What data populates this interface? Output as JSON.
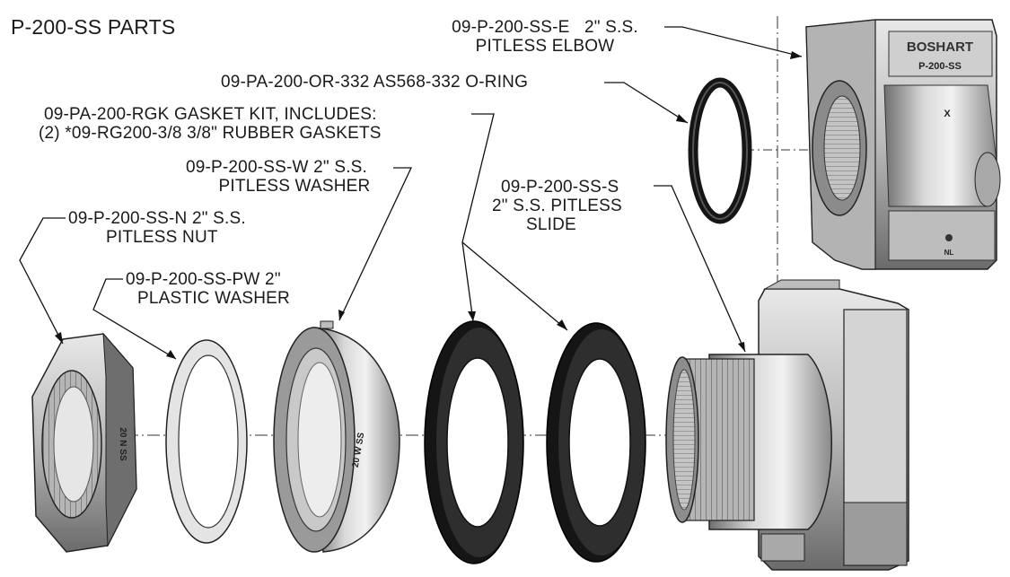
{
  "title": "P-200-SS PARTS",
  "callouts": {
    "elbow": {
      "part": "09-P-200-SS-E",
      "spec": "2\" S.S.",
      "desc": "PITLESS ELBOW"
    },
    "oring": {
      "text": "09-PA-200-OR-332 AS568-332 O-RING"
    },
    "gasket": {
      "line1": "09-PA-200-RGK GASKET KIT, INCLUDES:",
      "line2": "(2) *09-RG200-3/8  3/8\" RUBBER GASKETS"
    },
    "washer": {
      "line1": "09-P-200-SS-W  2\" S.S.",
      "line2": "PITLESS WASHER"
    },
    "slide": {
      "line1": "09-P-200-SS-S",
      "line2": "2\" S.S. PITLESS",
      "line3": "SLIDE"
    },
    "nut": {
      "line1": "09-P-200-SS-N  2\" S.S.",
      "line2": "PITLESS NUT"
    },
    "plastic_washer": {
      "line1": "09-P-200-SS-PW  2\"",
      "line2": "PLASTIC WASHER"
    }
  },
  "part_markings": {
    "nut": "20 N SS",
    "washer": "20 W SS",
    "elbow_brand": "BOSHART",
    "elbow_model": "P-200-SS",
    "elbow_mark": "X",
    "elbow_nl": "NL"
  }
}
